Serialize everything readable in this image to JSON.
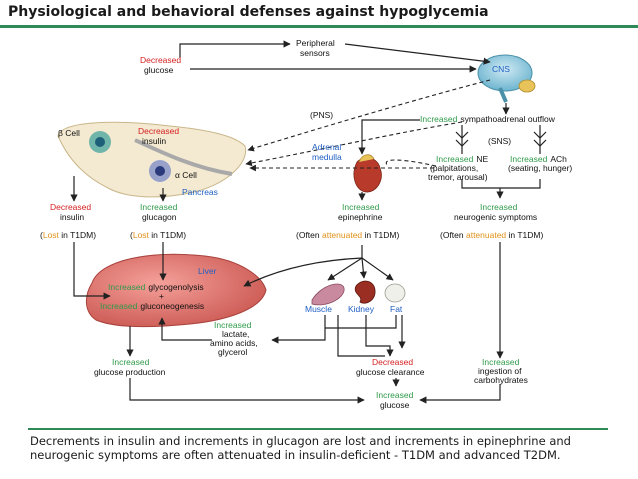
{
  "title": "Physiological and behavioral defenses against hypoglycemia",
  "caption": "Decrements in insulin and increments in glucagon are lost and increments in epinephrine and neurogenic symptoms are often attenuated in insulin-deficient - T1DM and advanced T2DM.",
  "nodes": {
    "peripheral_sensors_1": "Peripheral",
    "peripheral_sensors_2": "sensors",
    "cns": "CNS",
    "pns": "(PNS)",
    "sns": "(SNS)",
    "decreased_glucose_1": "Decreased",
    "decreased_glucose_2": "glucose",
    "beta_cell": "β Cell",
    "decreased_insulin_p1": "Decreased",
    "decreased_insulin_p2": "insulin",
    "alpha_cell": "α Cell",
    "pancreas": "Pancreas",
    "adrenal_medulla_1": "Adrenal",
    "adrenal_medulla_2": "medulla",
    "increased_so": "Increased",
    "sympathoadrenal_outflow": "sympathoadrenal outflow",
    "ne_inc": "Increased",
    "ne_text": "NE",
    "ne_paren_1": "(palpitations,",
    "ne_paren_2": "tremor, arousal)",
    "ach_inc": "Increased",
    "ach_text": "ACh",
    "ach_paren": "(seating, hunger)",
    "dec_insulin_1": "Decreased",
    "dec_insulin_2": "insulin",
    "lost_open": "(",
    "lost_word": "Lost",
    "lost_close": " in T1DM)",
    "inc_glucagon_1": "Increased",
    "inc_glucagon_2": "glucagon",
    "inc_epi_1": "Increased",
    "inc_epi_2": "epinephrine",
    "often_open": "(Often ",
    "often_word": "attenuated",
    "often_close": " in T1DM)",
    "inc_neuro_1": "Increased",
    "inc_neuro_2": "neurogenic symptoms",
    "liver": "Liver",
    "inc_glyco": "Increased",
    "glycogenolysis": "glycogenolysis",
    "plus": "+",
    "inc_gluconeo": "Increased",
    "gluconeogenesis": "gluconeogenesis",
    "muscle": "Muscle",
    "kidney": "Kidney",
    "fat": "Fat",
    "inc_lactate": "Increased",
    "lactate": "lactate,",
    "amino_acids": "amino acids,",
    "glycerol": "glycerol",
    "inc_gp_1": "Increased",
    "inc_gp_2": "glucose production",
    "dec_gc_1": "Decreased",
    "dec_gc_2": "glucose clearance",
    "inc_ing_1": "Increased",
    "inc_ing_2": "ingestion of",
    "inc_ing_3": "carbohydrates",
    "inc_glucose_1": "Increased",
    "inc_glucose_2": "glucose"
  },
  "colors": {
    "accent_green": "#2e9a4a",
    "decrease_red": "#d42020",
    "attenuated_orange": "#e0901a",
    "label_blue": "#1f5fc4",
    "rule_green": "#2e8b57"
  }
}
